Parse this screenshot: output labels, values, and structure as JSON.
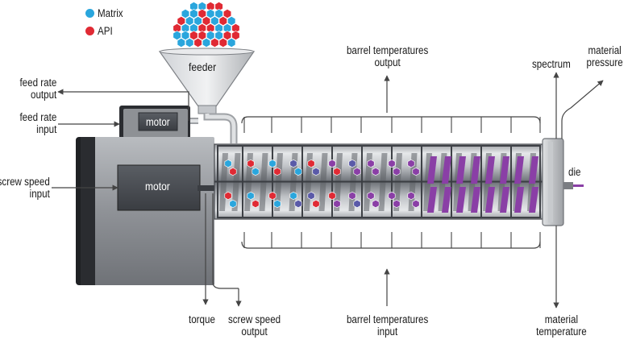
{
  "legend": {
    "matrix": {
      "label": "Matrix",
      "color": "#2aa6dd"
    },
    "api": {
      "label": "API",
      "color": "#e02a34"
    }
  },
  "labels": {
    "feeder": "feeder",
    "motor_small": "motor",
    "motor_main": "motor",
    "die": "die",
    "feed_rate_output": [
      "feed rate",
      "output"
    ],
    "feed_rate_input": [
      "feed rate",
      "input"
    ],
    "screw_speed_input": [
      "screw speed",
      "input"
    ],
    "barrel_temperatures_output": [
      "barrel temperatures",
      "output"
    ],
    "barrel_temperatures_input": [
      "barrel temperatures",
      "input"
    ],
    "spectrum": "spectrum",
    "material_pressure": [
      "material",
      "pressure"
    ],
    "torque": "torque",
    "screw_speed_output": [
      "screw speed",
      "output"
    ],
    "material_temperature": [
      "material",
      "temperature"
    ]
  },
  "colors": {
    "melt": "#8a3fa6",
    "blend": "#5a5aa8",
    "arrow": "#444444",
    "motor_body": "#8e9195"
  }
}
